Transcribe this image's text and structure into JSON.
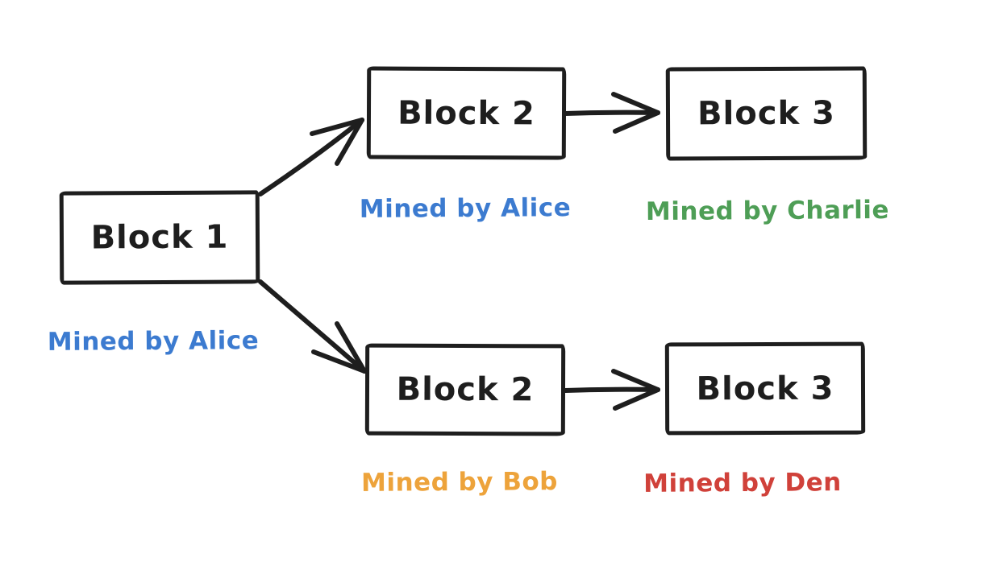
{
  "colors": {
    "ink": "#1e1e1e",
    "background": "#ffffff",
    "alice_blue": "#3c7bd0",
    "charlie_green": "#4e9e56",
    "bob_orange": "#eda33b",
    "den_red": "#d0413a"
  },
  "chain": {
    "root": {
      "label": "Block 1",
      "miner": "Mined by Alice",
      "miner_color": "#3c7bd0"
    },
    "branch_top": {
      "blocks": [
        {
          "label": "Block 2",
          "miner": "Mined by Alice",
          "miner_color": "#3c7bd0"
        },
        {
          "label": "Block 3",
          "miner": "Mined by Charlie",
          "miner_color": "#4e9e56"
        }
      ]
    },
    "branch_bottom": {
      "blocks": [
        {
          "label": "Block 2",
          "miner": "Mined by Bob",
          "miner_color": "#eda33b"
        },
        {
          "label": "Block 3",
          "miner": "Mined by Den",
          "miner_color": "#d0413a"
        }
      ]
    },
    "edges": [
      {
        "from": "block-1",
        "to": "block-2-top"
      },
      {
        "from": "block-1",
        "to": "block-2-bottom"
      },
      {
        "from": "block-2-top",
        "to": "block-3-top"
      },
      {
        "from": "block-2-bottom",
        "to": "block-3-bottom"
      }
    ]
  }
}
